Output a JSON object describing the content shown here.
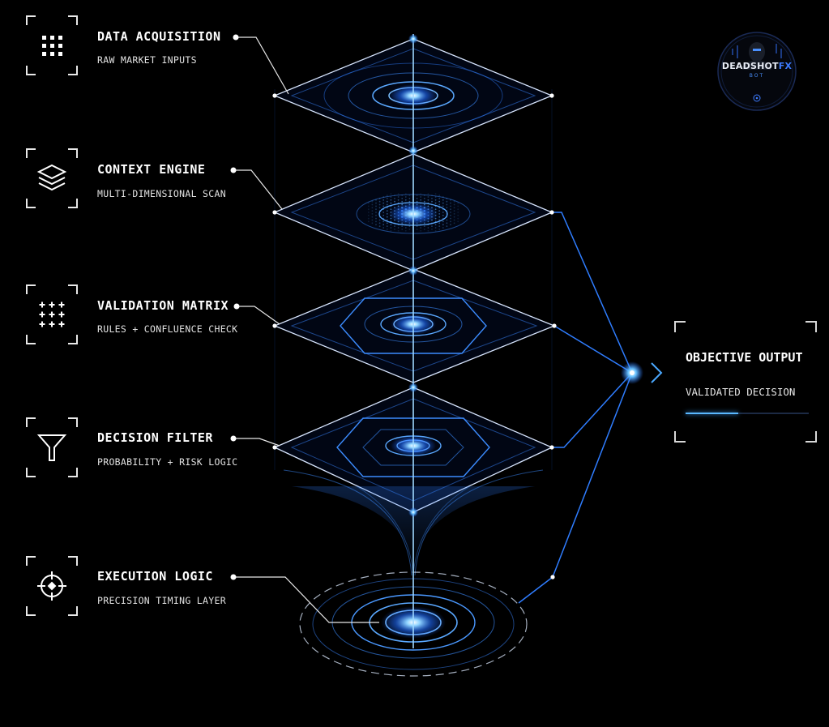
{
  "stages": [
    {
      "title": "DATA ACQUISITION",
      "subtitle": "RAW MARKET INPUTS",
      "icon": "grid-dots-icon"
    },
    {
      "title": "CONTEXT ENGINE",
      "subtitle": "MULTI-DIMENSIONAL SCAN",
      "icon": "layers-icon"
    },
    {
      "title": "VALIDATION MATRIX",
      "subtitle": "RULES + CONFLUENCE CHECK",
      "icon": "plus-grid-icon"
    },
    {
      "title": "DECISION FILTER",
      "subtitle": "PROBABILITY + RISK LOGIC",
      "icon": "funnel-icon"
    },
    {
      "title": "EXECUTION LOGIC",
      "subtitle": "PRECISION TIMING LAYER",
      "icon": "crosshair-icon"
    }
  ],
  "output": {
    "title": "OBJECTIVE OUTPUT",
    "subtitle": "VALIDATED DECISION",
    "progress": 0.43
  },
  "logo": {
    "name_part1": "DEADSHOT",
    "name_part2": "FX",
    "name_part3": "BOT"
  },
  "colors": {
    "background": "#000000",
    "accent": "#1f6bff",
    "glow": "#4aa8ff",
    "text": "#ffffff"
  }
}
